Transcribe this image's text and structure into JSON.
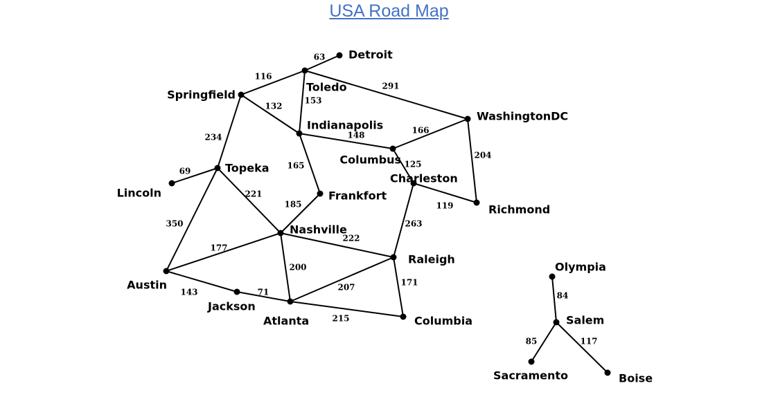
{
  "title": "USA Road Map",
  "cities": [
    {
      "id": "detroit",
      "name": "Detroit"
    },
    {
      "id": "toledo",
      "name": "Toledo"
    },
    {
      "id": "springfield",
      "name": "Springfield"
    },
    {
      "id": "indianapolis",
      "name": "Indianapolis"
    },
    {
      "id": "washingtondc",
      "name": "WashingtonDC"
    },
    {
      "id": "columbus",
      "name": "Columbus"
    },
    {
      "id": "charleston",
      "name": "Charleston"
    },
    {
      "id": "topeka",
      "name": "Topeka"
    },
    {
      "id": "lincoln",
      "name": "Lincoln"
    },
    {
      "id": "frankfort",
      "name": "Frankfort"
    },
    {
      "id": "richmond",
      "name": "Richmond"
    },
    {
      "id": "nashville",
      "name": "Nashville"
    },
    {
      "id": "austin",
      "name": "Austin"
    },
    {
      "id": "raleigh",
      "name": "Raleigh"
    },
    {
      "id": "jackson",
      "name": "Jackson"
    },
    {
      "id": "atlanta",
      "name": "Atlanta"
    },
    {
      "id": "columbia",
      "name": "Columbia"
    },
    {
      "id": "olympia",
      "name": "Olympia"
    },
    {
      "id": "salem",
      "name": "Salem"
    },
    {
      "id": "sacramento",
      "name": "Sacramento"
    },
    {
      "id": "boise",
      "name": "Boise"
    }
  ],
  "roads": [
    {
      "from": "toledo",
      "to": "detroit",
      "distance": "63"
    },
    {
      "from": "springfield",
      "to": "toledo",
      "distance": "116"
    },
    {
      "from": "toledo",
      "to": "washingtondc",
      "distance": "291"
    },
    {
      "from": "toledo",
      "to": "indianapolis",
      "distance": "153"
    },
    {
      "from": "springfield",
      "to": "indianapolis",
      "distance": "132"
    },
    {
      "from": "springfield",
      "to": "topeka",
      "distance": "234"
    },
    {
      "from": "indianapolis",
      "to": "columbus",
      "distance": "148"
    },
    {
      "from": "indianapolis",
      "to": "frankfort",
      "distance": "165"
    },
    {
      "from": "columbus",
      "to": "washingtondc",
      "distance": "166"
    },
    {
      "from": "columbus",
      "to": "charleston",
      "distance": "125"
    },
    {
      "from": "washingtondc",
      "to": "richmond",
      "distance": "204"
    },
    {
      "from": "charleston",
      "to": "richmond",
      "distance": "119"
    },
    {
      "from": "charleston",
      "to": "raleigh",
      "distance": "263"
    },
    {
      "from": "topeka",
      "to": "lincoln",
      "distance": "69"
    },
    {
      "from": "topeka",
      "to": "nashville",
      "distance": "221"
    },
    {
      "from": "topeka",
      "to": "austin",
      "distance": "350"
    },
    {
      "from": "frankfort",
      "to": "nashville",
      "distance": "185"
    },
    {
      "from": "nashville",
      "to": "austin",
      "distance": "177"
    },
    {
      "from": "nashville",
      "to": "raleigh",
      "distance": "222"
    },
    {
      "from": "nashville",
      "to": "atlanta",
      "distance": "200"
    },
    {
      "from": "austin",
      "to": "jackson",
      "distance": "143"
    },
    {
      "from": "jackson",
      "to": "atlanta",
      "distance": "71"
    },
    {
      "from": "atlanta",
      "to": "raleigh",
      "distance": "207"
    },
    {
      "from": "atlanta",
      "to": "columbia",
      "distance": "215"
    },
    {
      "from": "raleigh",
      "to": "columbia",
      "distance": "171"
    },
    {
      "from": "olympia",
      "to": "salem",
      "distance": "84"
    },
    {
      "from": "salem",
      "to": "sacramento",
      "distance": "85"
    },
    {
      "from": "salem",
      "to": "boise",
      "distance": "117"
    }
  ]
}
